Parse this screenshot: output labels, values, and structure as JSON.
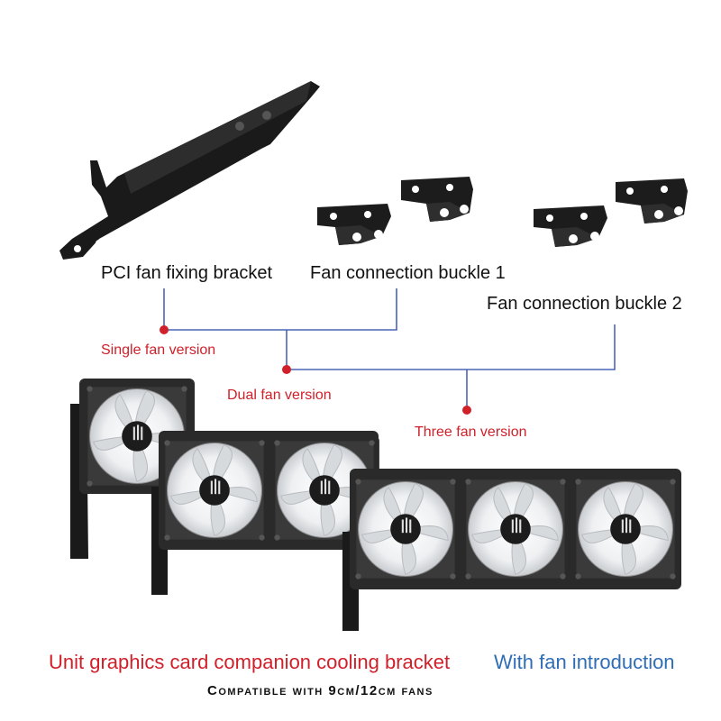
{
  "parts": {
    "pci_bracket_label": "PCI fan fixing bracket",
    "buckle1_label": "Fan connection buckle 1",
    "buckle2_label": "Fan connection buckle 2"
  },
  "versions": {
    "single": "Single fan version",
    "dual": "Dual fan version",
    "three": "Three fan version"
  },
  "caption": {
    "main": "Unit graphics card companion cooling bracket",
    "sub": "With fan introduction",
    "compat": "Compatible with 9cm/12cm fans"
  },
  "colors": {
    "accent_red": "#d0202a",
    "accent_blue": "#2f6db5",
    "line_blue": "#4a63b8",
    "bracket_black": "#1a1a1a"
  }
}
